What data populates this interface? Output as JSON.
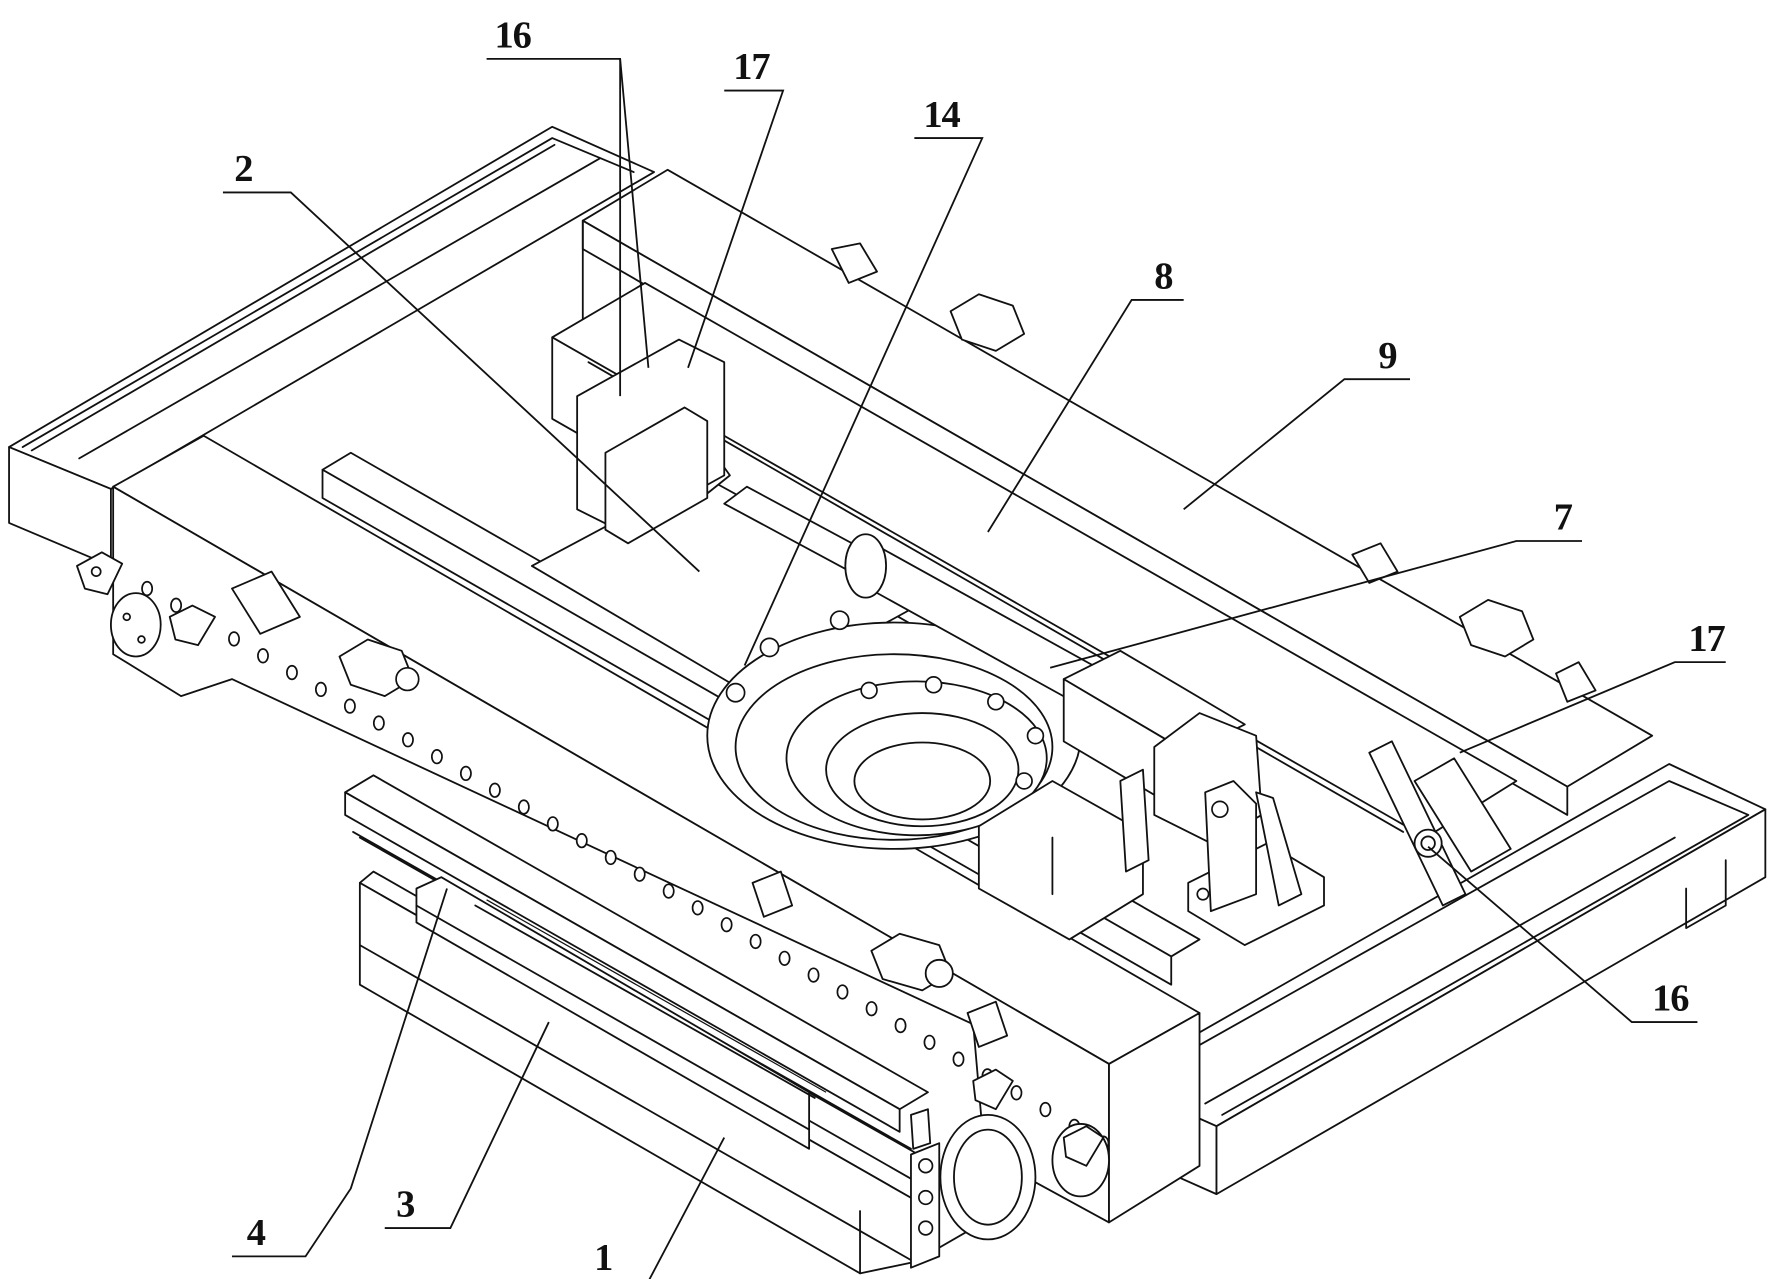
{
  "figure": {
    "type": "patent-style isometric line drawing",
    "subject": "rectangular frame mechanism with slewing bearing and cylinder actuator",
    "line_color": "#111111",
    "background": "#ffffff"
  },
  "labels": [
    {
      "id": "label-16-top",
      "text": "16"
    },
    {
      "id": "label-17-top",
      "text": "17"
    },
    {
      "id": "label-14",
      "text": "14"
    },
    {
      "id": "label-2",
      "text": "2"
    },
    {
      "id": "label-8",
      "text": "8"
    },
    {
      "id": "label-9",
      "text": "9"
    },
    {
      "id": "label-7",
      "text": "7"
    },
    {
      "id": "label-17-right",
      "text": "17"
    },
    {
      "id": "label-16-right",
      "text": "16"
    },
    {
      "id": "label-4",
      "text": "4"
    },
    {
      "id": "label-3",
      "text": "3"
    },
    {
      "id": "label-1",
      "text": "1"
    }
  ]
}
